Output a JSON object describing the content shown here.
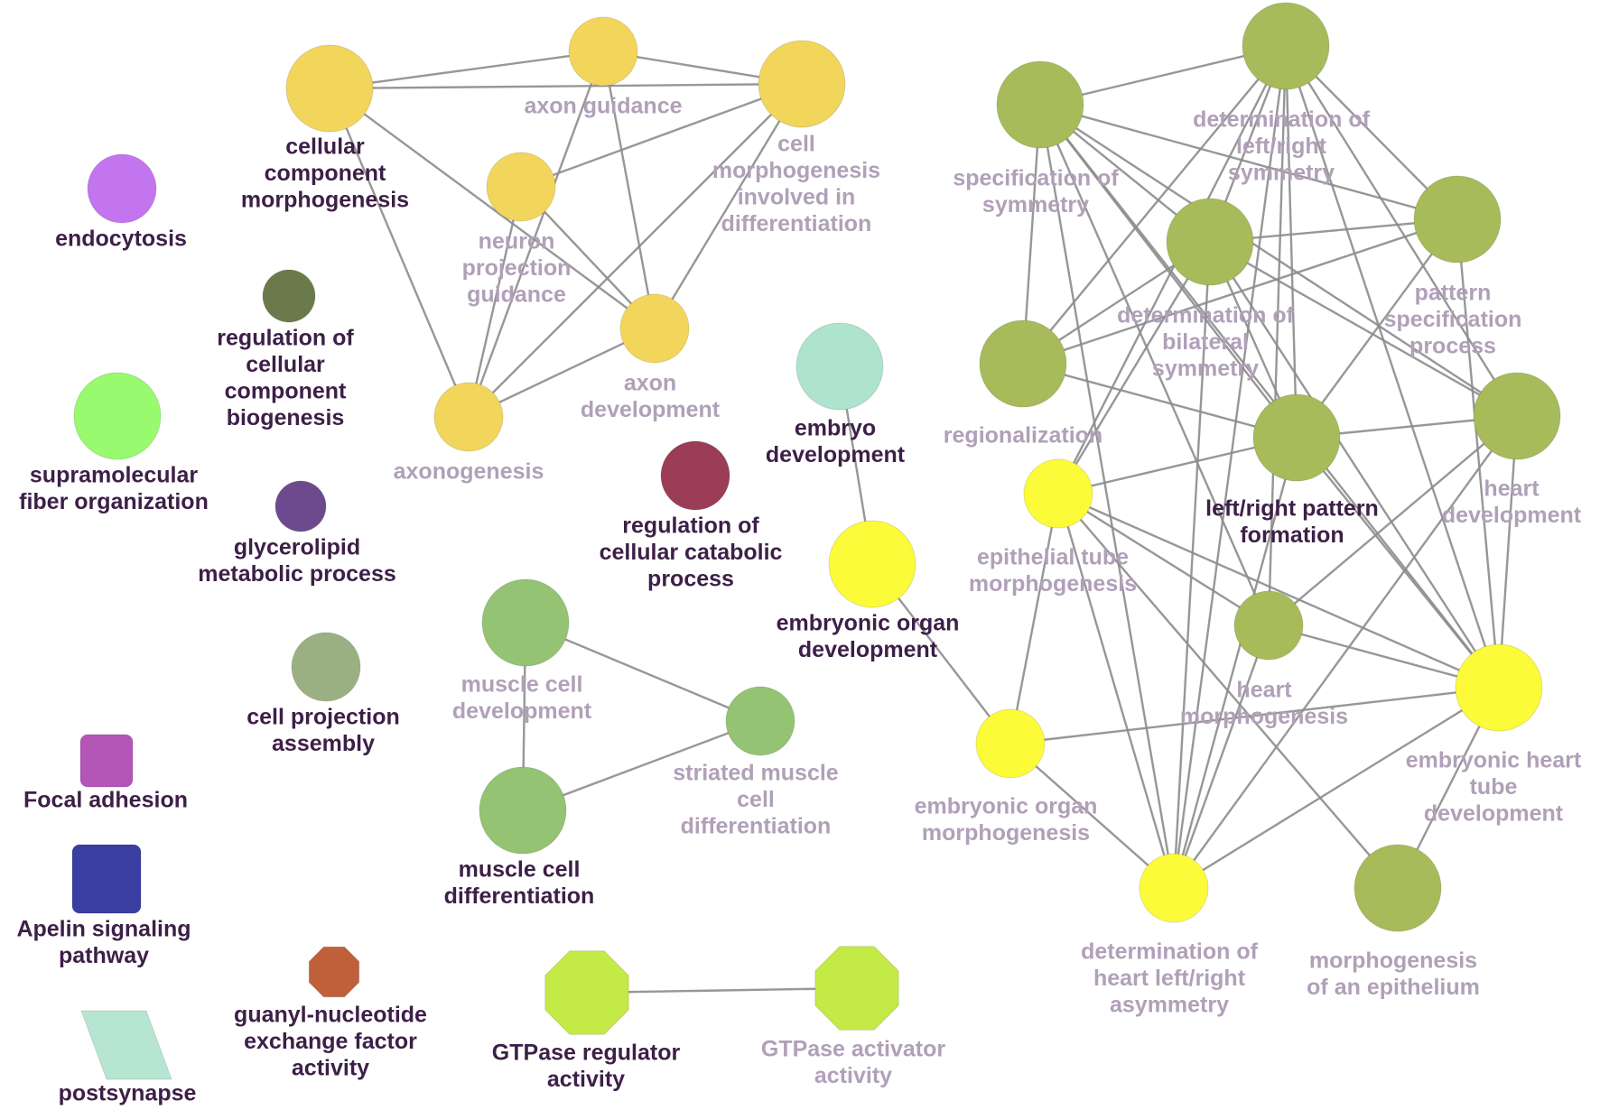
{
  "colors": {
    "edge": "#8c8c8c",
    "label_dark": "#3d1f47",
    "label_light": "#b0a0b8"
  },
  "nodes": [
    {
      "id": "cellular_component_morphogenesis",
      "label": "cellular\ncomponent\nmorphogenesis",
      "color": "#f2d55b",
      "shape": "circle",
      "dark": true
    },
    {
      "id": "axon_guidance",
      "label": "axon guidance",
      "color": "#f2d55b",
      "shape": "circle",
      "dark": false
    },
    {
      "id": "cell_morphogenesis_differentiation",
      "label": "cell\nmorphogenesis\ninvolved in\ndifferentiation",
      "color": "#f2d55b",
      "shape": "circle",
      "dark": false
    },
    {
      "id": "neuron_projection_guidance",
      "label": "neuron\nprojection\nguidance",
      "color": "#f2d55b",
      "shape": "circle",
      "dark": false
    },
    {
      "id": "axon_development",
      "label": "axon\ndevelopment",
      "color": "#f2d55b",
      "shape": "circle",
      "dark": false
    },
    {
      "id": "axonogenesis",
      "label": "axonogenesis",
      "color": "#f2d55b",
      "shape": "circle",
      "dark": false
    },
    {
      "id": "endocytosis",
      "label": "endocytosis",
      "color": "#c275ef",
      "shape": "circle",
      "dark": true
    },
    {
      "id": "regulation_cellular_component_biogenesis",
      "label": "regulation of\ncellular\ncomponent\nbiogenesis",
      "color": "#6b7a4b",
      "shape": "circle",
      "dark": true
    },
    {
      "id": "supramolecular_fiber_organization",
      "label": "supramolecular\nfiber organization",
      "color": "#98fa6e",
      "shape": "circle",
      "dark": true
    },
    {
      "id": "glycerolipid_metabolic_process",
      "label": "glycerolipid\nmetabolic process",
      "color": "#6d4a8e",
      "shape": "circle",
      "dark": true
    },
    {
      "id": "cell_projection_assembly",
      "label": "cell projection\nassembly",
      "color": "#9bb082",
      "shape": "circle",
      "dark": true
    },
    {
      "id": "focal_adhesion",
      "label": "Focal adhesion",
      "color": "#b455b8",
      "shape": "roundrect",
      "dark": true
    },
    {
      "id": "apelin_signaling_pathway",
      "label": "Apelin signaling\npathway",
      "color": "#3b3ea1",
      "shape": "roundrect",
      "dark": true
    },
    {
      "id": "guanyl_nucleotide_exchange",
      "label": "guanyl-nucleotide\nexchange factor\nactivity",
      "color": "#c0603a",
      "shape": "octagon",
      "dark": true
    },
    {
      "id": "postsynapse",
      "label": "postsynapse",
      "color": "#b6e6d2",
      "shape": "parallelogram",
      "dark": true
    },
    {
      "id": "regulation_cellular_catabolic_process",
      "label": "regulation of\ncellular catabolic\nprocess",
      "color": "#9a3d55",
      "shape": "circle",
      "dark": true
    },
    {
      "id": "embryo_development",
      "label": "embryo\ndevelopment",
      "color": "#aee3ce",
      "shape": "circle",
      "dark": true
    },
    {
      "id": "embryonic_organ_development",
      "label": "embryonic organ\ndevelopment",
      "color": "#fbfb3a",
      "shape": "circle",
      "dark": true
    },
    {
      "id": "muscle_cell_development",
      "label": "muscle cell\ndevelopment",
      "color": "#94c373",
      "shape": "circle",
      "dark": false
    },
    {
      "id": "striated_muscle_cell_differentiation",
      "label": "striated muscle\ncell\ndifferentiation",
      "color": "#94c373",
      "shape": "circle",
      "dark": false
    },
    {
      "id": "muscle_cell_differentiation",
      "label": "muscle cell\ndifferentiation",
      "color": "#94c373",
      "shape": "circle",
      "dark": true
    },
    {
      "id": "gtpase_regulator_activity",
      "label": "GTPase regulator\nactivity",
      "color": "#c4ea45",
      "shape": "octagon",
      "dark": true
    },
    {
      "id": "gtpase_activator_activity",
      "label": "GTPase activator\nactivity",
      "color": "#c4ea45",
      "shape": "octagon",
      "dark": false
    },
    {
      "id": "specification_of_symmetry",
      "label": "specification of\nsymmetry",
      "color": "#a8bb5a",
      "shape": "circle",
      "dark": false
    },
    {
      "id": "determination_left_right_symmetry",
      "label": "determination of\nleft/right\nsymmetry",
      "color": "#a8bb5a",
      "shape": "circle",
      "dark": false
    },
    {
      "id": "pattern_specification_process",
      "label": "pattern\nspecification\nprocess",
      "color": "#a8bb5a",
      "shape": "circle",
      "dark": false
    },
    {
      "id": "determination_bilateral_symmetry",
      "label": "determination of\nbilateral\nsymmetry",
      "color": "#a8bb5a",
      "shape": "circle",
      "dark": false
    },
    {
      "id": "regionalization",
      "label": "regionalization",
      "color": "#a8bb5a",
      "shape": "circle",
      "dark": false
    },
    {
      "id": "left_right_pattern_formation",
      "label": "left/right pattern\nformation",
      "color": "#a8bb5a",
      "shape": "circle",
      "dark": true
    },
    {
      "id": "heart_development",
      "label": "heart\ndevelopment",
      "color": "#a8bb5a",
      "shape": "circle",
      "dark": false
    },
    {
      "id": "epithelial_tube_morphogenesis",
      "label": "epithelial tube\nmorphogenesis",
      "color": "#fbfb3a",
      "shape": "circle",
      "dark": false
    },
    {
      "id": "heart_morphogenesis",
      "label": "heart\nmorphogenesis",
      "color": "#a8bb5a",
      "shape": "circle",
      "dark": false
    },
    {
      "id": "embryonic_heart_tube_development",
      "label": "embryonic heart\ntube\ndevelopment",
      "color": "#fbfb3a",
      "shape": "circle",
      "dark": false
    },
    {
      "id": "embryonic_organ_morphogenesis",
      "label": "embryonic organ\nmorphogenesis",
      "color": "#fbfb3a",
      "shape": "circle",
      "dark": false
    },
    {
      "id": "determination_heart_left_right_asymmetry",
      "label": "determination of\nheart left/right\nasymmetry",
      "color": "#fbfb3a",
      "shape": "circle",
      "dark": false
    },
    {
      "id": "morphogenesis_of_an_epithelium",
      "label": "morphogenesis\nof an epithelium",
      "color": "#a8bb5a",
      "shape": "circle",
      "dark": false
    }
  ],
  "edges": [
    [
      "cellular_component_morphogenesis",
      "axon_guidance"
    ],
    [
      "cellular_component_morphogenesis",
      "cell_morphogenesis_differentiation"
    ],
    [
      "cellular_component_morphogenesis",
      "axon_development"
    ],
    [
      "cellular_component_morphogenesis",
      "axonogenesis"
    ],
    [
      "axon_guidance",
      "cell_morphogenesis_differentiation"
    ],
    [
      "axon_guidance",
      "axonogenesis"
    ],
    [
      "axon_guidance",
      "axon_development"
    ],
    [
      "neuron_projection_guidance",
      "cell_morphogenesis_differentiation"
    ],
    [
      "neuron_projection_guidance",
      "axonogenesis"
    ],
    [
      "neuron_projection_guidance",
      "axon_development"
    ],
    [
      "cell_morphogenesis_differentiation",
      "axonogenesis"
    ],
    [
      "cell_morphogenesis_differentiation",
      "axon_development"
    ],
    [
      "axon_development",
      "axonogenesis"
    ],
    [
      "embryo_development",
      "embryonic_organ_development"
    ],
    [
      "embryonic_organ_development",
      "embryonic_organ_morphogenesis"
    ],
    [
      "muscle_cell_development",
      "muscle_cell_differentiation"
    ],
    [
      "muscle_cell_development",
      "striated_muscle_cell_differentiation"
    ],
    [
      "muscle_cell_differentiation",
      "striated_muscle_cell_differentiation"
    ],
    [
      "gtpase_regulator_activity",
      "gtpase_activator_activity"
    ],
    [
      "specification_of_symmetry",
      "determination_left_right_symmetry"
    ],
    [
      "specification_of_symmetry",
      "determination_bilateral_symmetry"
    ],
    [
      "specification_of_symmetry",
      "pattern_specification_process"
    ],
    [
      "specification_of_symmetry",
      "regionalization"
    ],
    [
      "specification_of_symmetry",
      "left_right_pattern_formation"
    ],
    [
      "specification_of_symmetry",
      "heart_morphogenesis"
    ],
    [
      "specification_of_symmetry",
      "determination_heart_left_right_asymmetry"
    ],
    [
      "specification_of_symmetry",
      "embryonic_heart_tube_development"
    ],
    [
      "specification_of_symmetry",
      "heart_development"
    ],
    [
      "determination_left_right_symmetry",
      "determination_bilateral_symmetry"
    ],
    [
      "determination_left_right_symmetry",
      "pattern_specification_process"
    ],
    [
      "determination_left_right_symmetry",
      "regionalization"
    ],
    [
      "determination_left_right_symmetry",
      "left_right_pattern_formation"
    ],
    [
      "determination_left_right_symmetry",
      "heart_development"
    ],
    [
      "determination_left_right_symmetry",
      "embryonic_heart_tube_development"
    ],
    [
      "determination_left_right_symmetry",
      "determination_heart_left_right_asymmetry"
    ],
    [
      "determination_left_right_symmetry",
      "epithelial_tube_morphogenesis"
    ],
    [
      "determination_left_right_symmetry",
      "heart_morphogenesis"
    ],
    [
      "pattern_specification_process",
      "determination_bilateral_symmetry"
    ],
    [
      "pattern_specification_process",
      "regionalization"
    ],
    [
      "pattern_specification_process",
      "left_right_pattern_formation"
    ],
    [
      "pattern_specification_process",
      "embryonic_heart_tube_development"
    ],
    [
      "determination_bilateral_symmetry",
      "regionalization"
    ],
    [
      "determination_bilateral_symmetry",
      "left_right_pattern_formation"
    ],
    [
      "determination_bilateral_symmetry",
      "heart_development"
    ],
    [
      "determination_bilateral_symmetry",
      "embryonic_heart_tube_development"
    ],
    [
      "determination_bilateral_symmetry",
      "determination_heart_left_right_asymmetry"
    ],
    [
      "determination_bilateral_symmetry",
      "epithelial_tube_morphogenesis"
    ],
    [
      "regionalization",
      "left_right_pattern_formation"
    ],
    [
      "left_right_pattern_formation",
      "heart_development"
    ],
    [
      "left_right_pattern_formation",
      "epithelial_tube_morphogenesis"
    ],
    [
      "left_right_pattern_formation",
      "determination_heart_left_right_asymmetry"
    ],
    [
      "left_right_pattern_formation",
      "embryonic_heart_tube_development"
    ],
    [
      "heart_development",
      "embryonic_heart_tube_development"
    ],
    [
      "heart_development",
      "determination_heart_left_right_asymmetry"
    ],
    [
      "heart_development",
      "heart_morphogenesis"
    ],
    [
      "epithelial_tube_morphogenesis",
      "embryonic_organ_morphogenesis"
    ],
    [
      "epithelial_tube_morphogenesis",
      "heart_morphogenesis"
    ],
    [
      "epithelial_tube_morphogenesis",
      "embryonic_heart_tube_development"
    ],
    [
      "epithelial_tube_morphogenesis",
      "morphogenesis_of_an_epithelium"
    ],
    [
      "epithelial_tube_morphogenesis",
      "determination_heart_left_right_asymmetry"
    ],
    [
      "heart_morphogenesis",
      "embryonic_heart_tube_development"
    ],
    [
      "heart_morphogenesis",
      "determination_heart_left_right_asymmetry"
    ],
    [
      "embryonic_organ_morphogenesis",
      "embryonic_heart_tube_development"
    ],
    [
      "embryonic_organ_morphogenesis",
      "determination_heart_left_right_asymmetry"
    ],
    [
      "embryonic_heart_tube_development",
      "determination_heart_left_right_asymmetry"
    ],
    [
      "embryonic_heart_tube_development",
      "morphogenesis_of_an_epithelium"
    ]
  ]
}
